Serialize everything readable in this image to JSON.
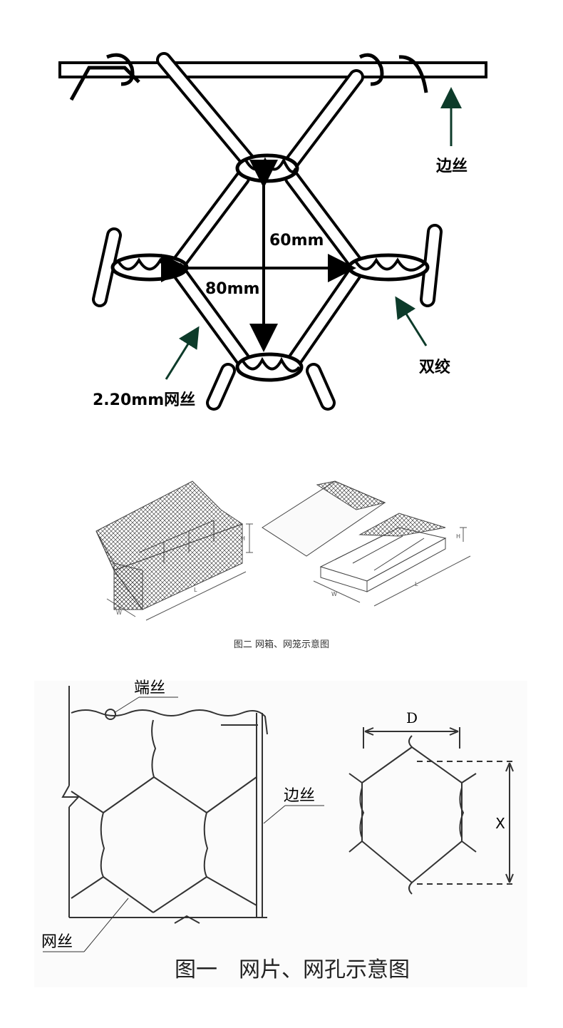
{
  "top_diagram": {
    "label_edge_wire": "边丝",
    "label_height": "60mm",
    "label_width": "80mm",
    "label_double_twist": "双绞",
    "label_mesh_wire": "2.20mm网丝"
  },
  "box_diagram": {
    "label_H_left": "H",
    "label_W_left": "W",
    "label_L_left": "L",
    "label_H_right": "H",
    "label_W_right": "W",
    "label_L_right": "L",
    "caption": "图二 网箱、网笼示意图"
  },
  "mesh_diagram": {
    "label_end_wire": "端丝",
    "label_edge_wire": "边丝",
    "label_mesh_wire": "网丝",
    "label_D": "D",
    "label_X": "X",
    "caption": "图一　网片、网孔示意图"
  }
}
